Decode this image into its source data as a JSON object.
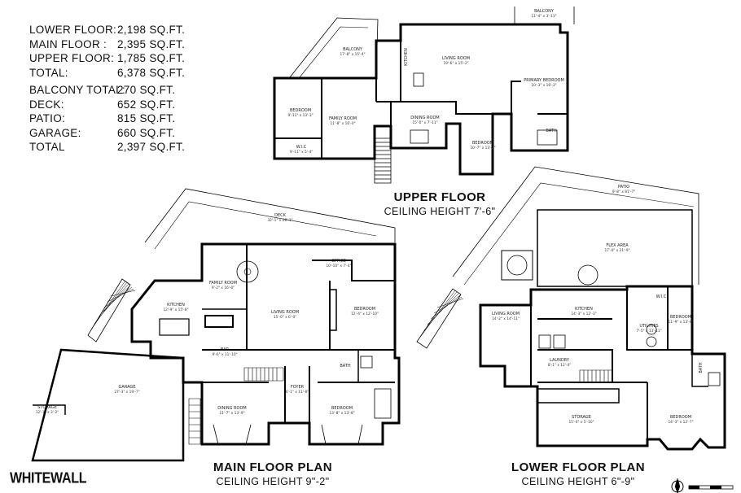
{
  "stats": [
    {
      "label": "LOWER FLOOR:",
      "value": "2,198 SQ.FT."
    },
    {
      "label": "MAIN FLOOR :",
      "value": "2,395 SQ.FT."
    },
    {
      "label": "UPPER FLOOR:",
      "value": "1,785 SQ.FT."
    },
    {
      "label": "TOTAL:",
      "value": "6,378 SQ.FT."
    },
    {
      "label": "BALCONY TOTAL:",
      "value": "270 SQ.FT."
    },
    {
      "label": "DECK:",
      "value": "652 SQ.FT."
    },
    {
      "label": "PATIO:",
      "value": "815 SQ.FT."
    },
    {
      "label": "GARAGE:",
      "value": "660 SQ.FT."
    },
    {
      "label": "TOTAL",
      "value": "2,397 SQ.FT."
    }
  ],
  "floors": {
    "upper": {
      "title": "UPPER FLOOR",
      "ceiling": "CEILING HEIGHT 7'-6\""
    },
    "main": {
      "title": "MAIN FLOOR PLAN",
      "ceiling": "CEILING HEIGHT 9\"-2\""
    },
    "lower": {
      "title": "LOWER FLOOR PLAN",
      "ceiling": "CEILING HEIGHT 6\"-9\""
    }
  },
  "brand": "WHITEWALL",
  "rooms": {
    "upper": [
      {
        "name": "BALCONY",
        "dims": "17'-8\" x 15'-4\""
      },
      {
        "name": "BALCONY",
        "dims": "11'-4\" x 3'-11\""
      },
      {
        "name": "KITCHEN",
        "dims": ""
      },
      {
        "name": "LIVING ROOM",
        "dims": "19'-6\" x 15'-2\""
      },
      {
        "name": "PRIMARY BEDROOM",
        "dims": "10'-3\" x 16'-3\""
      },
      {
        "name": "BEDROOM",
        "dims": "9'-11\" x 13'-3\""
      },
      {
        "name": "FAMILY ROOM",
        "dims": "11'-8\" x 16'-0\""
      },
      {
        "name": "W.I.C",
        "dims": "9'-11\" x 5'-4\""
      },
      {
        "name": "DINING ROOM",
        "dims": "15'-0\" x 7'-11\""
      },
      {
        "name": "BEDROOM",
        "dims": "10'-7\" x 13'-1\""
      },
      {
        "name": "BATH",
        "dims": ""
      }
    ],
    "main": [
      {
        "name": "DECK",
        "dims": "32'-1\" x 28'-1\""
      },
      {
        "name": "OFFICE",
        "dims": "10'-10\" x 7'-4\""
      },
      {
        "name": "FAMILY ROOM",
        "dims": "9'-2\" x 16'-0\""
      },
      {
        "name": "KITCHEN",
        "dims": "12'-9\" x 15'-8\""
      },
      {
        "name": "LIVING ROOM",
        "dims": "15'-0\" x 6'-0\""
      },
      {
        "name": "BEDROOM",
        "dims": "12'-4\" x 12'-10\""
      },
      {
        "name": "BAR",
        "dims": "9'-6\" x 11'-10\""
      },
      {
        "name": "BATH",
        "dims": ""
      },
      {
        "name": "FOYER",
        "dims": "6'-1\" x 11'-8\""
      },
      {
        "name": "GARAGE",
        "dims": "27'-3\" x 19'-7\""
      },
      {
        "name": "STORAGE",
        "dims": "12'-1\" x 3'-2\""
      },
      {
        "name": "DINING ROOM",
        "dims": "11'-7\" x 13'-9\""
      },
      {
        "name": "BEDROOM",
        "dims": "13'-8\" x 13'-8\""
      }
    ],
    "lower": [
      {
        "name": "PATIO",
        "dims": "9'-8\" x 81'-7\""
      },
      {
        "name": "FLEX AREA",
        "dims": "17'-0\" x 21'-9\""
      },
      {
        "name": "LIVING ROOM",
        "dims": "14'-2\" x 14'-11\""
      },
      {
        "name": "KITCHEN",
        "dims": "14'-3\" x 12'-3\""
      },
      {
        "name": "BEDROOM",
        "dims": "11'-9\" x 13'-8\""
      },
      {
        "name": "UTILITIES",
        "dims": "7'-5\" x 13'-11\""
      },
      {
        "name": "LAUNDRY",
        "dims": "8'-1\" x 12'-4\""
      },
      {
        "name": "BATH",
        "dims": ""
      },
      {
        "name": "STORAGE",
        "dims": "15'-4\" x 5'-10\""
      },
      {
        "name": "BEDROOM",
        "dims": "14'-3\" x 12'-7\""
      },
      {
        "name": "W.I.C",
        "dims": ""
      }
    ]
  }
}
